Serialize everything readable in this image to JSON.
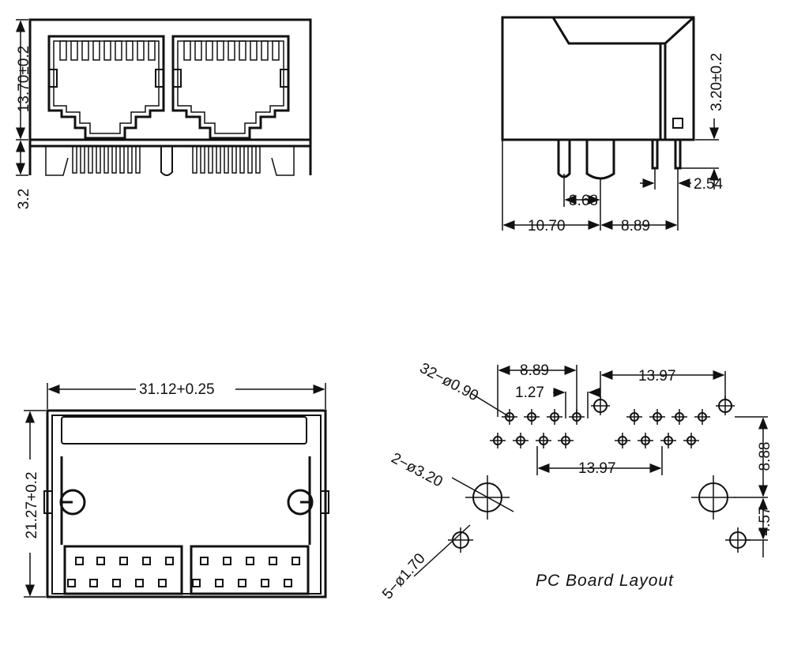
{
  "dims": {
    "front_height": "13.70±0.2",
    "front_pin": "3.2",
    "side_tab": "3.20±0.2",
    "side_post_spacing": "3.68",
    "side_pin_pitch": "2.54",
    "side_total_left": "10.70",
    "side_total_right": "8.89",
    "bottom_width": "31.12+0.25",
    "bottom_height": "21.27+0.2",
    "pcb_top_left": "8.89",
    "pcb_top_right": "13.97",
    "pcb_pitch": "1.27",
    "pcb_holes_small": "32−ø0.90",
    "pcb_mid": "13.97",
    "pcb_holes_mount": "2−ø3.20",
    "pcb_holes_led": "5−ø1.70",
    "pcb_vert_top": "8.88",
    "pcb_vert_bottom": "4.57"
  },
  "labels": {
    "pcb_title": "PC Board Layout"
  }
}
